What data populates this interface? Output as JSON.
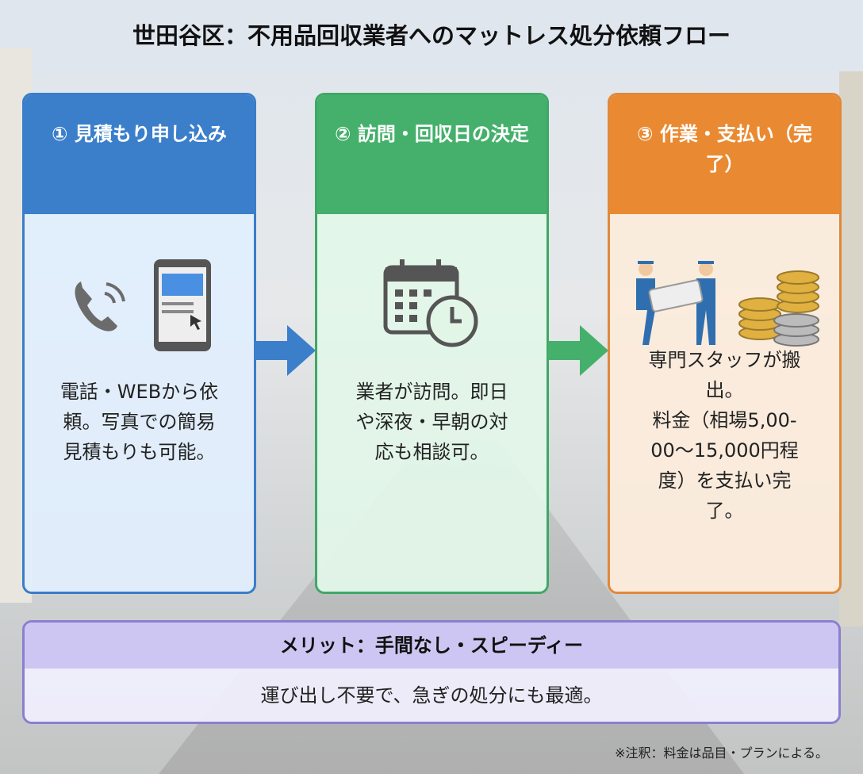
{
  "title": "世田谷区：不用品回収業者へのマットレス処分依頼フロー",
  "steps": [
    {
      "header": "① 見積もり申し込み",
      "text": "電話・WEBから依\n頼。写真での簡易\n見積もりも可能。",
      "icons": [
        "phone-icon",
        "tablet-icon"
      ],
      "color": "#3b7fcb"
    },
    {
      "header": "② 訪問・回収日の決定",
      "text": "業者が訪問。即日\nや深夜・早朝の対\n応も相談可。",
      "icons": [
        "calendar-clock-icon"
      ],
      "color": "#44b06b"
    },
    {
      "header": "③ 作業・支払い（完了）",
      "text": "専門スタッフが搬\n出。\n料金（相場5,00-\n00〜15,000円程\n度）を支払い完\n了。",
      "icons": [
        "workers-mattress-icon",
        "coins-icon"
      ],
      "color": "#e98a32"
    }
  ],
  "merit": {
    "title": "メリット：手間なし・スピーディー",
    "body": "運び出し不要で、急ぎの処分にも最適。"
  },
  "note": "※注釈：料金は品目・プランによる。"
}
